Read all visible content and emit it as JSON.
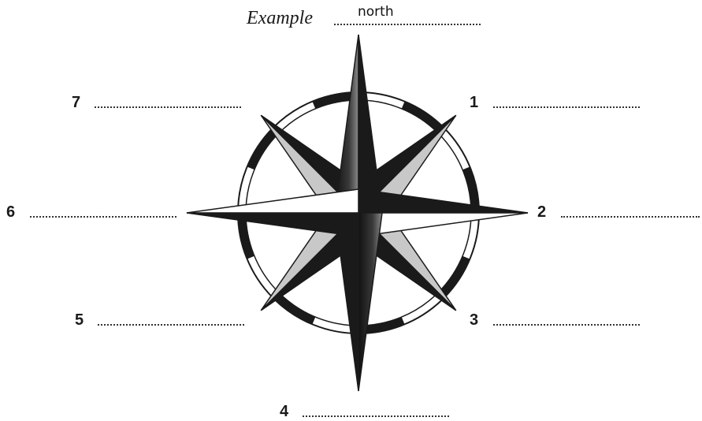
{
  "example": {
    "label": "Example",
    "answer": "north"
  },
  "labels": [
    {
      "number": "1",
      "value": ""
    },
    {
      "number": "2",
      "value": ""
    },
    {
      "number": "3",
      "value": ""
    },
    {
      "number": "4",
      "value": ""
    },
    {
      "number": "5",
      "value": ""
    },
    {
      "number": "6",
      "value": ""
    },
    {
      "number": "7",
      "value": ""
    }
  ],
  "colors": {
    "ink": "#1a1a1a",
    "light_fill": "#c8c8c8",
    "white_fill": "#ffffff"
  }
}
